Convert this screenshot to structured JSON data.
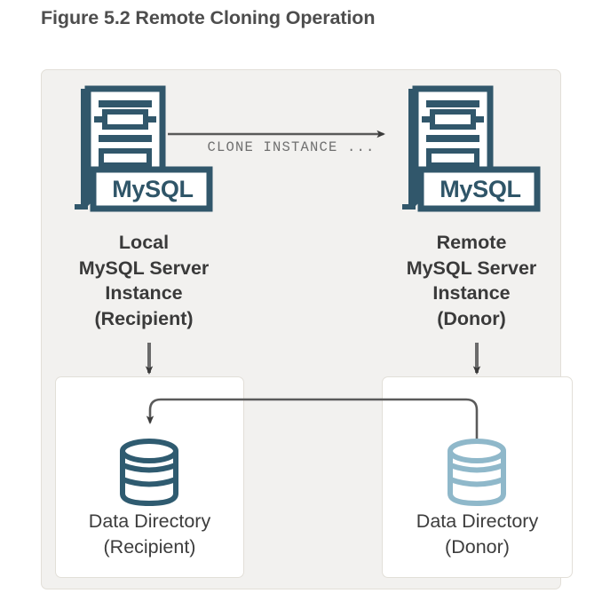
{
  "figure": {
    "title": "Figure 5.2 Remote Cloning Operation"
  },
  "colors": {
    "frame_background": "#f2f1ef",
    "frame_border": "#e2dfd8",
    "box_background": "#ffffff",
    "server_icon": "#31576b",
    "recipient_cylinder": "#2f5b70",
    "donor_cylinder": "#8fb8ca",
    "connector_line": "#5a5a5a",
    "title_text": "#4d4d4d",
    "label_text": "#3a3a3a",
    "command_text": "#6f6f6f"
  },
  "local_server": {
    "icon": "mysql-server-icon",
    "badge_label": "MySQL",
    "caption": "Local\nMySQL Server\nInstance\n(Recipient)"
  },
  "remote_server": {
    "icon": "mysql-server-icon",
    "badge_label": "MySQL",
    "caption": "Remote\nMySQL Server\nInstance\n(Donor)"
  },
  "clone_arrow": {
    "command_label": "CLONE INSTANCE ...",
    "direction": "left-to-right"
  },
  "recipient_datadir": {
    "icon": "database-cylinder-icon",
    "caption": "Data Directory\n(Recipient)"
  },
  "donor_datadir": {
    "icon": "database-cylinder-icon",
    "caption": "Data Directory\n(Donor)"
  },
  "connectors": {
    "local_server_to_recipient_dir": "downward-arrow",
    "remote_server_to_donor_dir": "downward-arrow",
    "donor_dir_to_recipient_dir": "routed-arrow-right-to-left"
  }
}
